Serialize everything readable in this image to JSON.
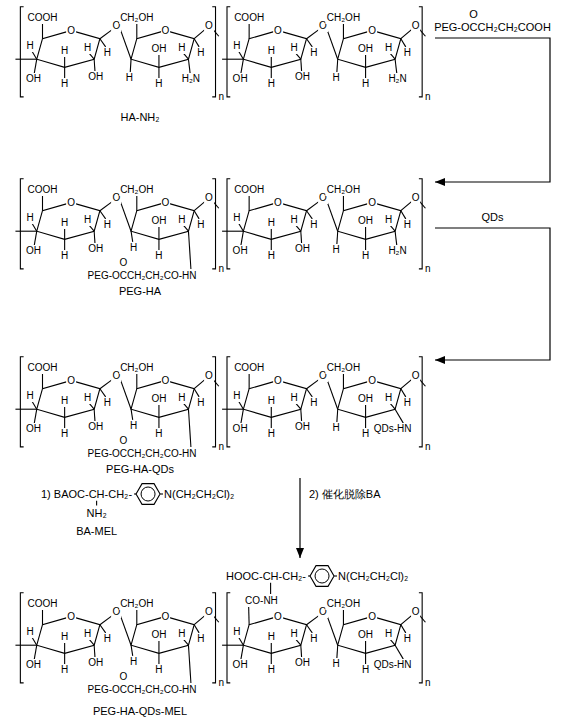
{
  "diagram": {
    "nodes": [
      {
        "text": [
          "HA-NH₂"
        ]
      },
      {
        "text": [
          "PEG-HA"
        ]
      },
      {
        "text": [
          "PEG-HA-QDs"
        ]
      },
      {
        "text": [
          "PEG-HA-QDs-MEL"
        ]
      }
    ],
    "edges": [
      {
        "from": 0,
        "to": 1,
        "arrow": "to",
        "label": "PEG-OCCH₂CH₂COOH"
      },
      {
        "from": 1,
        "to": 2,
        "arrow": "to",
        "label": "QDs"
      },
      {
        "from": 2,
        "to": 3,
        "arrow": "to",
        "label": "2) 催化脱除BA"
      }
    ],
    "labels": [
      "COOH",
      "H",
      "OH",
      "H",
      "H",
      "H",
      "OH",
      "O",
      "H",
      "O",
      "CH₂OH",
      "O",
      "OH",
      "H",
      "H",
      "H",
      "H₂N",
      "H",
      "O",
      "n",
      "COOH",
      "H",
      "OH",
      "H",
      "H",
      "H",
      "OH",
      "O",
      "H",
      "O",
      "CH₂OH",
      "O",
      "OH",
      "H",
      "H",
      "H",
      "H₂N",
      "H",
      "O",
      "n",
      "O",
      "COOH",
      "H",
      "OH",
      "H",
      "H",
      "H",
      "OH",
      "O",
      "H",
      "O",
      "CH₂OH",
      "O",
      "OH",
      "H",
      "H",
      "H",
      "PEG-OCCH₂CH₂CO-HN",
      "H",
      "O",
      "n",
      "O",
      "COOH",
      "H",
      "OH",
      "H",
      "H",
      "H",
      "OH",
      "O",
      "H",
      "O",
      "CH₂OH",
      "O",
      "OH",
      "H",
      "H",
      "H",
      "H₂N",
      "H",
      "O",
      "n",
      "COOH",
      "H",
      "OH",
      "H",
      "H",
      "H",
      "OH",
      "O",
      "H",
      "O",
      "CH₂OH",
      "O",
      "OH",
      "H",
      "H",
      "H",
      "PEG-OCCH₂CH₂CO-HN",
      "H",
      "O",
      "n",
      "O",
      "COOH",
      "H",
      "OH",
      "H",
      "H",
      "H",
      "OH",
      "O",
      "H",
      "O",
      "CH₂OH",
      "O",
      "OH",
      "H",
      "H",
      "H",
      "QDs-HN",
      "H",
      "O",
      "n",
      "1) BAOC-CH-CH₂-",
      "NH₂",
      "N(CH₂CH₂Cl)₂",
      "BA-MEL",
      "COOH",
      "H",
      "OH",
      "H",
      "H",
      "H",
      "OH",
      "O",
      "H",
      "O",
      "CH₂OH",
      "O",
      "OH",
      "H",
      "H",
      "H",
      "PEG-OCCH₂CH₂CO-HN",
      "H",
      "O",
      "n",
      "O",
      "CO-NH",
      "H",
      "OH",
      "H",
      "H",
      "H",
      "OH",
      "O",
      "H",
      "O",
      "CH₂OH",
      "O",
      "OH",
      "H",
      "H",
      "H",
      "QDs-HN",
      "H",
      "O",
      "n",
      "HOOC-CH-CH₂-",
      "N(CH₂CH₂Cl)₂"
    ]
  }
}
